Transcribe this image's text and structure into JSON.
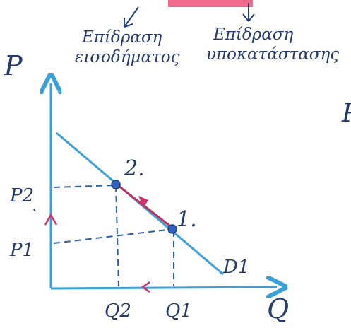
{
  "colors": {
    "axis": "#3aa0d8",
    "demand": "#3aa0d8",
    "dashed": "#2a5fa8",
    "ink": "#1e3f7a",
    "label_ink": "#233a6b",
    "arrow_segment": "#c0305a",
    "arrow_marker": "#d0306a",
    "point": "#2f63c0",
    "banner": "#f06a8e"
  },
  "labels": {
    "income_effect": [
      "Επίδραση",
      "εισοδήματος"
    ],
    "substitution_effect": [
      "Επίδραση",
      "υποκατάστασης"
    ],
    "price_axis": "P",
    "quantity_axis": "Q",
    "p1": "P1",
    "p2": "P2",
    "q1": "Q1",
    "q2": "Q2",
    "point1": "1.",
    "point2": "2.",
    "demand": "D1",
    "right_edge_fragment": "P"
  },
  "icons": {
    "pointer_arrows": "hand-drawn-arrow",
    "direction_markers": "arrowhead"
  }
}
